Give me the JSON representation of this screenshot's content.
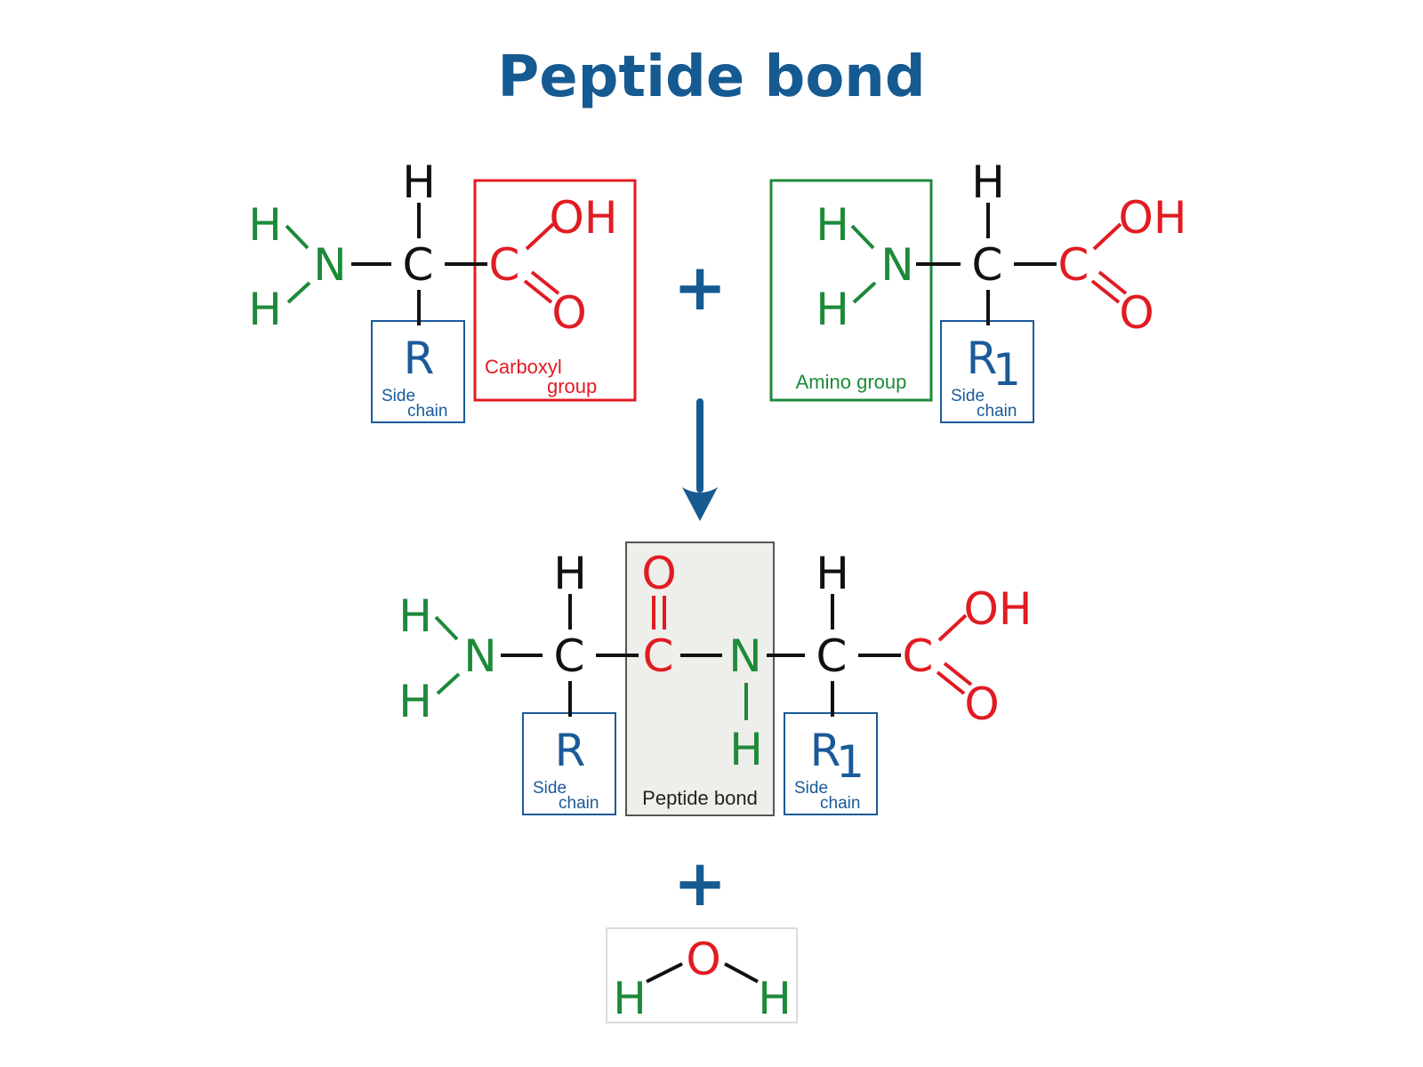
{
  "title": "Peptide bond",
  "colors": {
    "title": "#165a92",
    "amino": "#1d8a3a",
    "carboxyl": "#e11b22",
    "carbon": "#111111",
    "sidechain": "#1a5a99",
    "bond_box_fill": "#eeeeea",
    "bond_box_stroke": "#555555",
    "arrow": "#165a92"
  },
  "atoms": {
    "H": "H",
    "N": "N",
    "C": "C",
    "O": "O",
    "OH": "OH",
    "R": "R",
    "R1_sub": "1"
  },
  "labels": {
    "carboxyl_line1": "Carboxyl",
    "carboxyl_line2": "group",
    "amino_group": "Amino group",
    "side": "Side",
    "chain": "chain",
    "peptide_bond": "Peptide bond"
  },
  "operators": {
    "plus": "+"
  },
  "icons": {
    "reaction_arrow": "down-arrow-icon"
  }
}
